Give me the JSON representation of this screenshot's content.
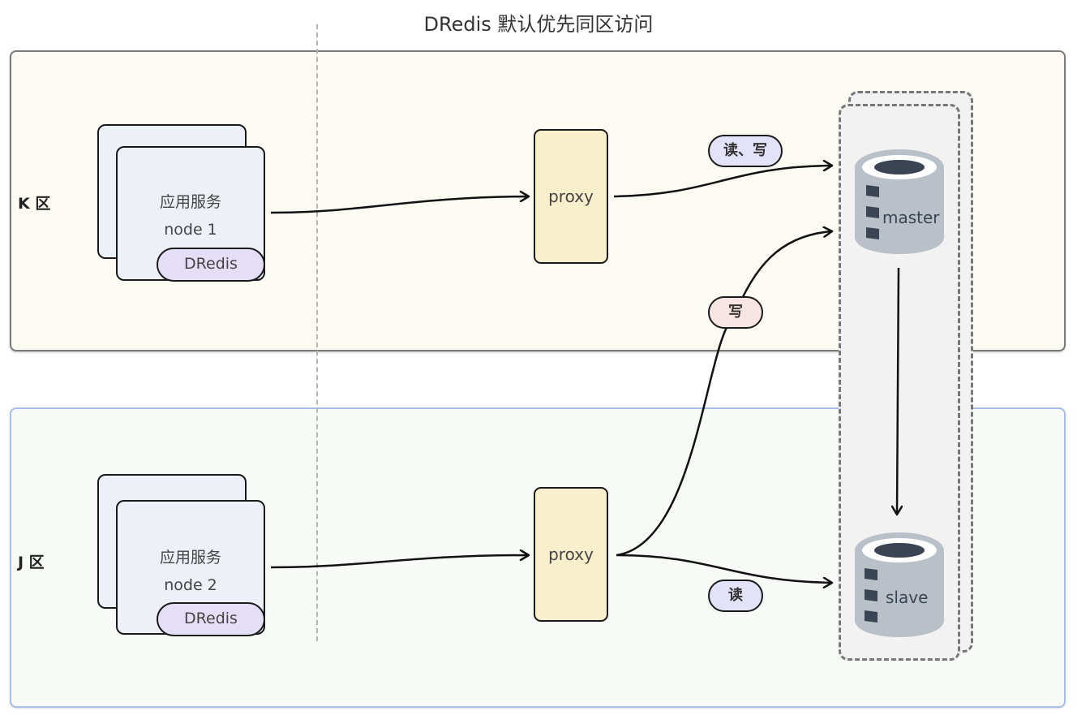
{
  "title": "DRedis 默认优先同区访问",
  "zones": [
    {
      "label": "K 区",
      "node": {
        "name": "应用服务",
        "id": "node 1",
        "client": "DRedis"
      },
      "proxy": "proxy"
    },
    {
      "label": "J 区",
      "node": {
        "name": "应用服务",
        "id": "node 2",
        "client": "DRedis"
      },
      "proxy": "proxy"
    }
  ],
  "databases": {
    "master": "master",
    "slave": "slave"
  },
  "edges": [
    {
      "from": "node 1",
      "to": "K proxy",
      "label": ""
    },
    {
      "from": "K proxy",
      "to": "master",
      "label": "读、写"
    },
    {
      "from": "node 2",
      "to": "J proxy",
      "label": ""
    },
    {
      "from": "J proxy",
      "to": "master",
      "label": "写"
    },
    {
      "from": "J proxy",
      "to": "slave",
      "label": "读"
    },
    {
      "from": "master",
      "to": "slave",
      "label": ""
    }
  ],
  "colors": {
    "zone_k_bg": "#fcfbf3",
    "zone_j_border": "#a9bde6",
    "proxy_fill": "#faefcc",
    "node_fill": "#eef0f8",
    "dredis_fill": "#e5def7",
    "tag_read": "#e4e2f8",
    "tag_write": "#f8e4e2",
    "db_body": "#b9c0c8",
    "db_dark": "#3a4452"
  }
}
